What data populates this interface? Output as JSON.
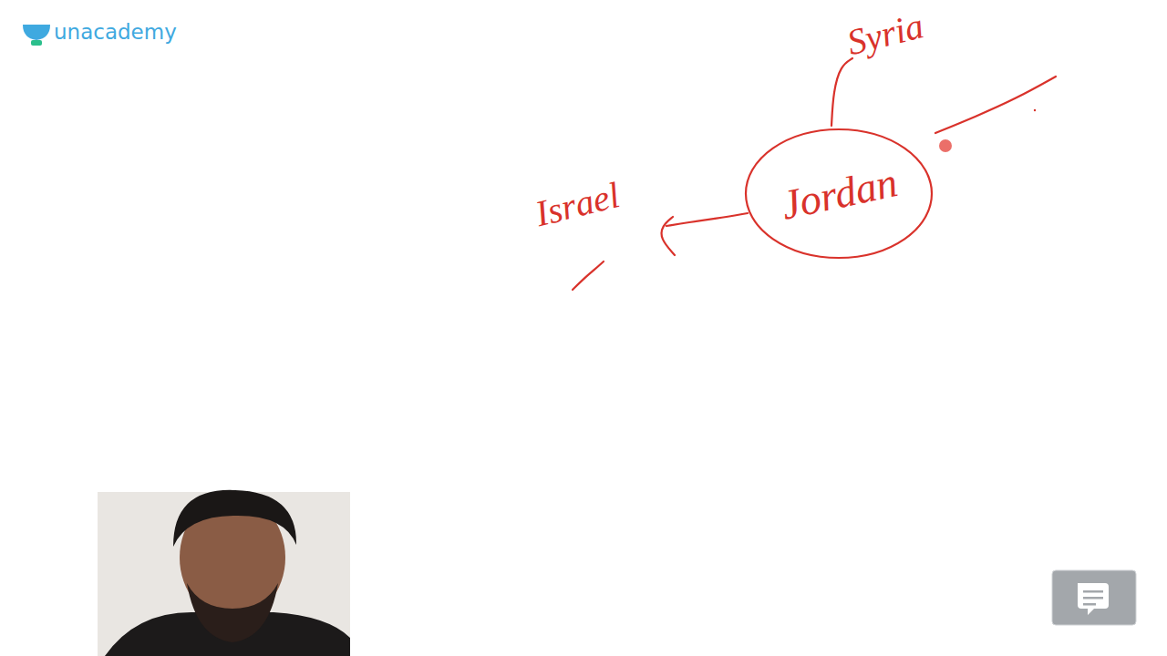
{
  "diagram": {
    "nodes": [
      {
        "text": [
          "Jordan"
        ]
      }
    ],
    "labels": [
      "unacademy",
      "Syria",
      "Israel"
    ]
  }
}
